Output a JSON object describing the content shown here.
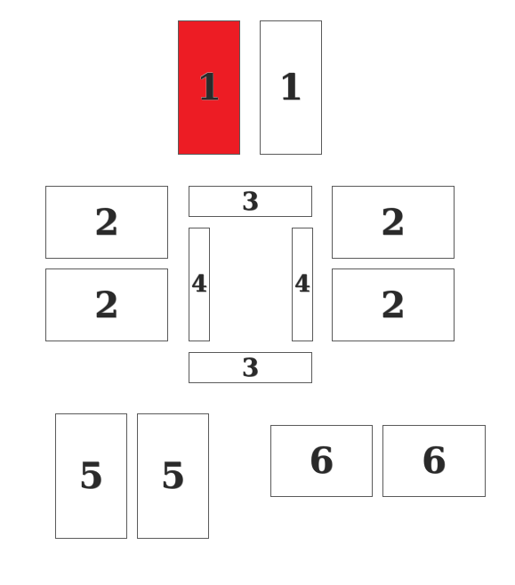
{
  "colors": {
    "highlight_fill": "#ed1c24",
    "default_fill": "#ffffff",
    "border": "#5a5a5a",
    "label_text": "#2a2a2a"
  },
  "pieces": {
    "p1_red": {
      "label": "1",
      "highlighted": true
    },
    "p1_white": {
      "label": "1",
      "highlighted": false
    },
    "p2_top_left": {
      "label": "2",
      "highlighted": false
    },
    "p2_bottom_left": {
      "label": "2",
      "highlighted": false
    },
    "p2_top_right": {
      "label": "2",
      "highlighted": false
    },
    "p2_bottom_right": {
      "label": "2",
      "highlighted": false
    },
    "p3_top": {
      "label": "3",
      "highlighted": false
    },
    "p3_bottom": {
      "label": "3",
      "highlighted": false
    },
    "p4_left": {
      "label": "4",
      "highlighted": false
    },
    "p4_right": {
      "label": "4",
      "highlighted": false
    },
    "p5_left": {
      "label": "5",
      "highlighted": false
    },
    "p5_right": {
      "label": "5",
      "highlighted": false
    },
    "p6_left": {
      "label": "6",
      "highlighted": false
    },
    "p6_right": {
      "label": "6",
      "highlighted": false
    }
  }
}
